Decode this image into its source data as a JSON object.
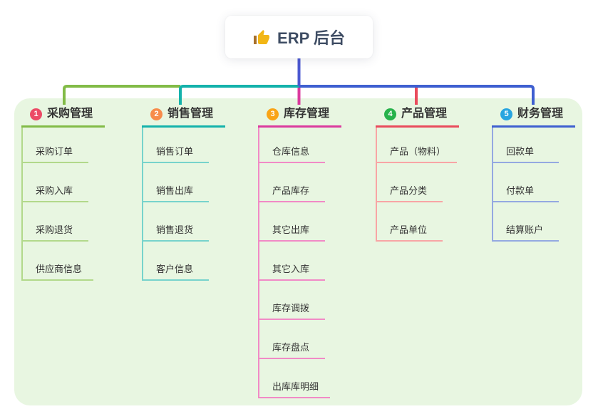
{
  "root": {
    "title": "ERP 后台",
    "icon": "thumbs-up-icon"
  },
  "colors": {
    "panel_bg": "#e8f6e1",
    "stem": "#4b58d1",
    "root_text": "#3e4c63",
    "text": "#333333",
    "thumb_icon": "#f2b616"
  },
  "branches": [
    {
      "badge": "1",
      "label": "采购管理",
      "color": "#82bb47",
      "light": "#b2d98b",
      "badge_color": "#ec4a66",
      "children": [
        "采购订单",
        "采购入库",
        "采购退货",
        "供应商信息"
      ]
    },
    {
      "badge": "2",
      "label": "销售管理",
      "color": "#14b2ab",
      "light": "#77d3cc",
      "badge_color": "#f78c4b",
      "children": [
        "销售订单",
        "销售出库",
        "销售退货",
        "客户信息"
      ]
    },
    {
      "badge": "3",
      "label": "库存管理",
      "color": "#db3a9e",
      "light": "#f18ac6",
      "badge_color": "#f9a416",
      "children": [
        "仓库信息",
        "产品库存",
        "其它出库",
        "其它入库",
        "库存调拨",
        "库存盘点",
        "出库库明细"
      ]
    },
    {
      "badge": "4",
      "label": "产品管理",
      "color": "#e94b5c",
      "light": "#f8a5a5",
      "badge_color": "#27b24b",
      "children": [
        "产品（物料）",
        "产品分类",
        "产品单位"
      ]
    },
    {
      "badge": "5",
      "label": "财务管理",
      "color": "#3e5fd0",
      "light": "#94a9e1",
      "badge_color": "#27a5e0",
      "children": [
        "回款单",
        "付款单",
        "结算账户"
      ]
    }
  ]
}
